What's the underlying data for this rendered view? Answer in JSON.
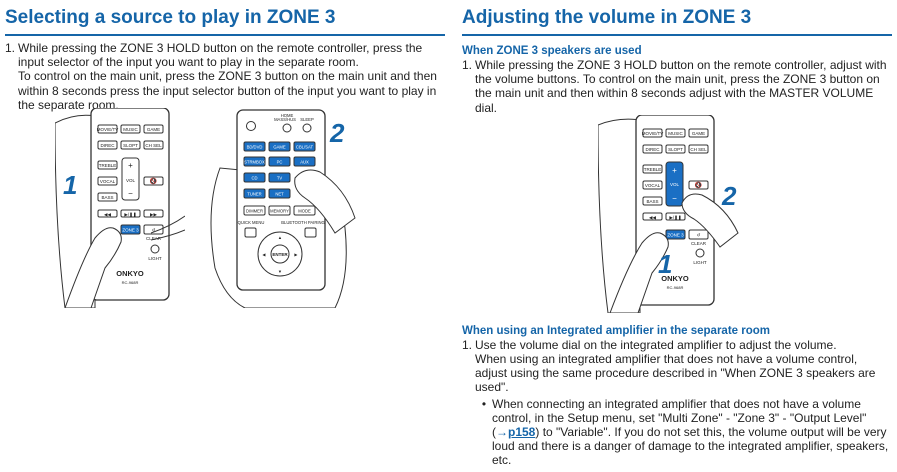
{
  "left": {
    "title": "Selecting a source to play in ZONE 3",
    "step_num": "1.",
    "step_l1": "While pressing the ZONE 3 HOLD button on the remote controller, press the input selector of the input you want to play in the separate room.",
    "step_l2": "To control on the main unit, press the ZONE 3 button on the main unit and then within 8 seconds press the input selector button of the input you want to play in the separate room.",
    "callout1": "1",
    "callout2": "2",
    "remote1": {
      "row1": [
        "MOVIE/TV",
        "MUSIC",
        "GAME"
      ],
      "row2": [
        "DIREC",
        "SLOPT",
        "CH SEL"
      ],
      "treble": "TREBLE",
      "vocal": "VOCAL",
      "bass": "BASS",
      "vol": "VOL",
      "zone": "ZONE 3",
      "clear": "CLEAR",
      "light": "LIGHT",
      "brand": "ONKYO",
      "model": "RC-968R"
    },
    "remote2": {
      "top_labels": [
        "HOME",
        "MASS/HUS",
        "SLEEP"
      ],
      "row1": [
        "BD/DVD",
        "GAME",
        "CBL/SAT"
      ],
      "row2": [
        "STRMBOX",
        "PC",
        "AUX"
      ],
      "row3": [
        "CD",
        "TV"
      ],
      "row4": [
        "TUNER",
        "NET"
      ],
      "row5": [
        "DIMMER",
        "MEMORY",
        "MODE"
      ],
      "quick": "QUICK MENU",
      "bt": "BLUETOOTH PAIRING",
      "enter": "ENTER"
    }
  },
  "right": {
    "title": "Adjusting the volume in ZONE 3",
    "sub1": "When ZONE 3 speakers are used",
    "s1_num": "1.",
    "s1_text": "While pressing the ZONE 3 HOLD button on the remote controller, adjust with the volume buttons. To control on the main unit, press the ZONE 3 button on the main unit and then within 8 seconds adjust with the MASTER VOLUME dial.",
    "callout1": "1",
    "callout2": "2",
    "sub2": "When using an Integrated amplifier in the separate room",
    "s2_num": "1.",
    "s2_l1": "Use the volume dial on the integrated amplifier to adjust the volume.",
    "s2_l2": "When using an integrated amplifier that does not have a volume control, adjust using the same procedure described in \"When ZONE 3 speakers are used\".",
    "bullet_mark": "•",
    "bullet_pre": "When connecting an integrated amplifier that does not have a volume control, in the Setup menu, set \"Multi Zone\" - \"Zone 3\" - \"Output Level\" (",
    "bullet_arrow": "→",
    "bullet_link": "p158",
    "bullet_post": ") to \"Variable\". If you do not set this, the volume output will be very loud and there is a danger of damage to the integrated amplifier, speakers, etc."
  }
}
